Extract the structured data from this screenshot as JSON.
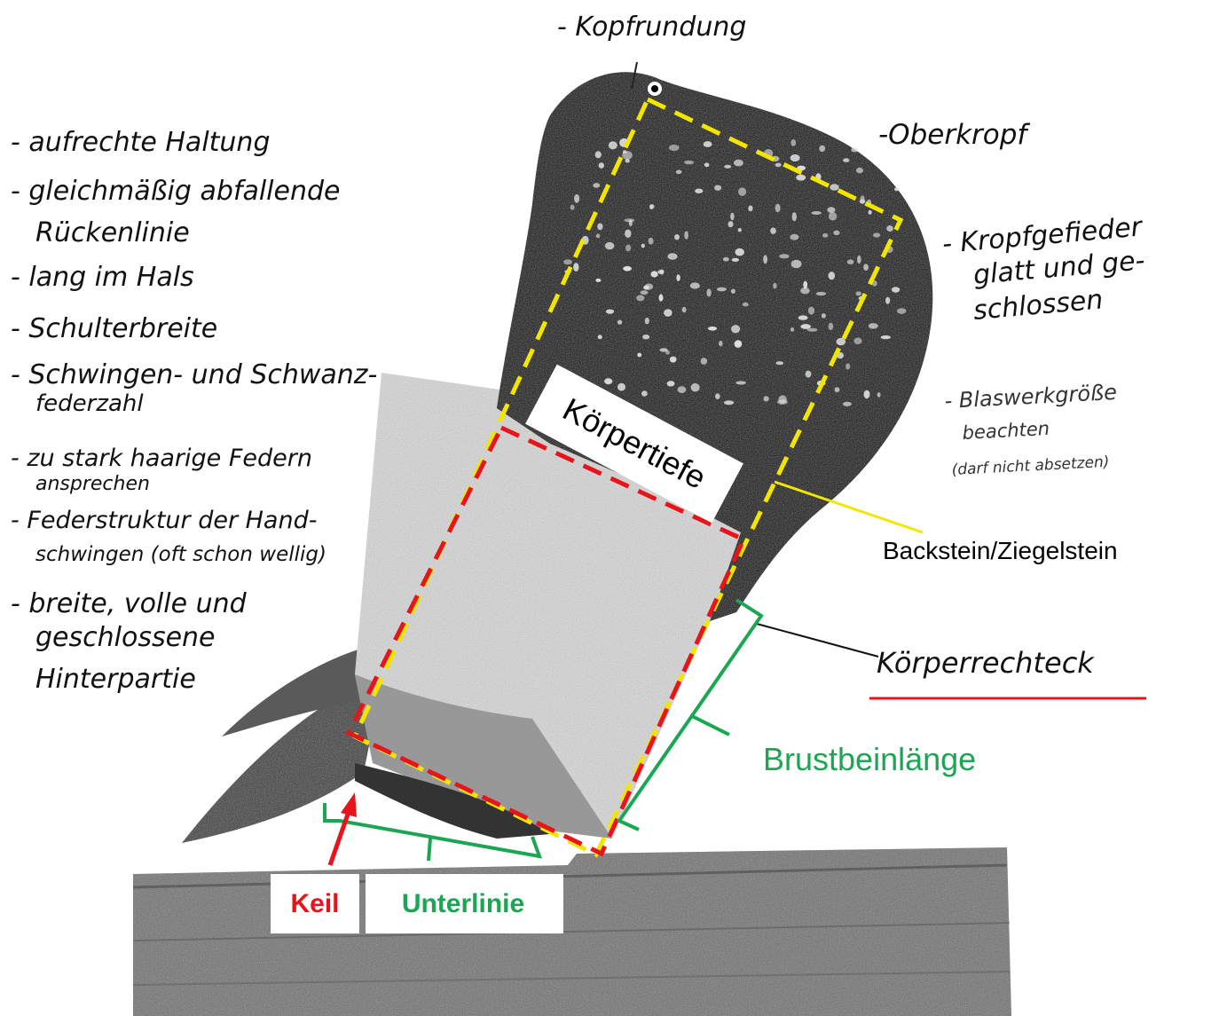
{
  "colors": {
    "red": "#e8141b",
    "yellow": "#f2e600",
    "green": "#1aa652",
    "ink": "#111111",
    "label_box": "#ffffff"
  },
  "top_notes": {
    "kopfrundung": "- Kopfrundung",
    "oberkropf": "-Oberkropf",
    "kropfgefieder_1": "- Kropfgefieder",
    "kropfgefieder_2": "glatt und ge-",
    "kropfgefieder_3": "schlossen",
    "blaswerk_1": "- Blaswerkgröße",
    "blaswerk_2": "beachten",
    "blaswerk_3": "(darf nicht absetzen)"
  },
  "left_notes": {
    "n1": "- aufrechte Haltung",
    "n2a": "- gleichmäßig abfallende",
    "n2b": "Rückenlinie",
    "n3": "- lang im Hals",
    "n4": "- Schulterbreite",
    "n5a": "- Schwingen- und Schwanz-",
    "n5b": "federzahl",
    "n6a": "- zu stark haarige Federn",
    "n6b": "ansprechen",
    "n7a": "- Federstruktur der Hand-",
    "n7b": "schwingen (oft schon wellig)",
    "n8a": "- breite, volle und",
    "n8b": "geschlossene",
    "n8c": "Hinterpartie"
  },
  "labels": {
    "koerpertiefe": "Körpertiefe",
    "backstein": "Backstein/Ziegelstein",
    "koerperrechteck": "Körperrechteck",
    "brustbeinlaenge": "Brustbeinlänge",
    "keil": "Keil",
    "unterlinie": "Unterlinie"
  }
}
